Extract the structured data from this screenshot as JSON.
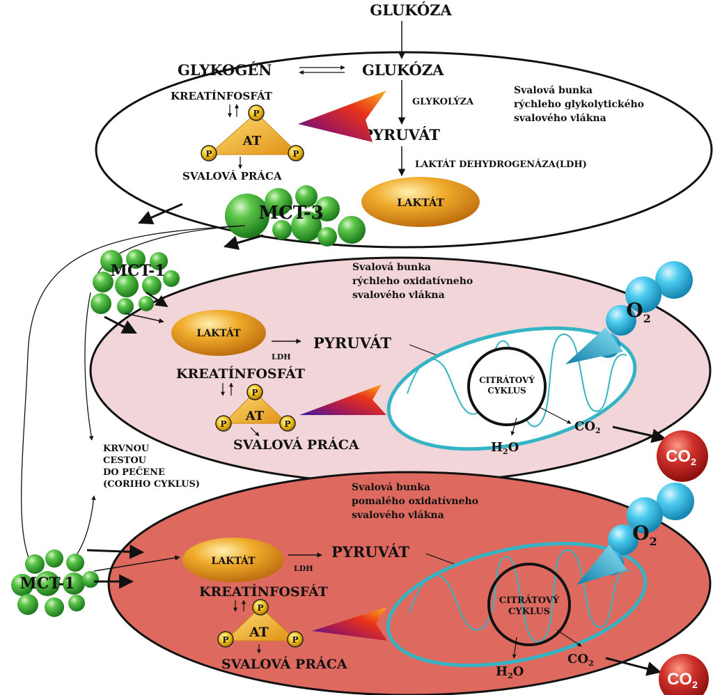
{
  "top": {
    "glucose_in": "GLUKÓZA",
    "glycogen": "GLYKOGÉN",
    "glucose": "GLUKÓZA",
    "glycolysis": "GLYKOLÝZA",
    "pyruvate": "PYRUVÁT",
    "ldh": "LAKTÁT DEHYDROGENÁZA(LDH)",
    "lactate": "LAKTÁT",
    "creatine": "KREATÍNFOSFÁT",
    "work": "SVALOVÁ PRÁCA",
    "atp_center": "AT",
    "p": "P",
    "cell_label": [
      "Svalová bunka",
      "rýchleho glykolytického",
      "svalového vlákna"
    ],
    "mct": "MCT-3"
  },
  "middle": {
    "mct": "MCT-1",
    "cell_label": [
      "Svalová bunka",
      "rýchleho oxidatívneho",
      "svalového vlákna"
    ],
    "lactate": "LAKTÁT",
    "ldh": "LDH",
    "pyruvate": "PYRUVÁT",
    "creatine": "KREATÍNFOSFÁT",
    "work": "SVALOVÁ PRÁCA",
    "atp_center": "AT",
    "p": "P",
    "cycle": [
      "CITRÁTOVÝ",
      "CYKLUS"
    ],
    "water": "H",
    "water_sub": "2",
    "water_end": "O",
    "co2": "CO",
    "co2_sub": "2",
    "oxygen": "O",
    "oxygen_sub": "2"
  },
  "blood_route": [
    "KRVNOU",
    "CESTOU",
    "DO PEČENE",
    "(CORIHO CYKLUS)"
  ],
  "bottom": {
    "mct": "MCT-1",
    "cell_label": [
      "Svalová bunka",
      "pomalého oxidatívneho",
      "svalového vlákna"
    ],
    "lactate": "LAKTÁT",
    "ldh": "LDH",
    "pyruvate": "PYRUVÁT",
    "creatine": "KREATÍNFOSFÁT",
    "work": "SVALOVÁ PRÁCA",
    "atp_center": "AT",
    "p": "P",
    "cycle": [
      "CITRÁTOVÝ",
      "CYKLUS"
    ],
    "water": "H",
    "water_sub": "2",
    "water_end": "O",
    "co2": "CO",
    "co2_sub": "2",
    "oxygen": "O",
    "oxygen_sub": "2"
  },
  "out_co2": {
    "text": "CO",
    "sub": "2"
  },
  "colors": {
    "top_cell": "#ffffff",
    "middle_cell": "#f2d5d8",
    "bottom_cell": "#de6a5f",
    "mct_green": "#2f9e2f",
    "mitochondria": "#34b4c4",
    "oxygen_blue": "#2fb8dc",
    "lactate_orange": "#e8961a",
    "co2_red": "#c0201c",
    "atp_yellow": "#f2b21a"
  }
}
